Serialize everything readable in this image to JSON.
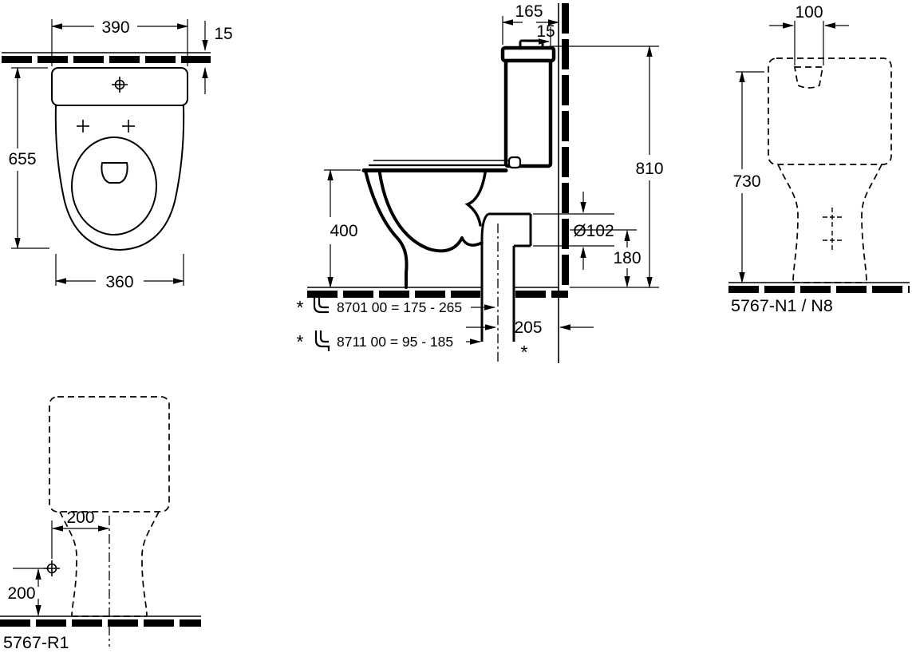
{
  "drawing": {
    "background": "#ffffff",
    "ink": "#000000",
    "views": {
      "top": {
        "name": "top-view",
        "dims": {
          "cistern_width": "390",
          "wall_gap": "15",
          "overall_depth": "655",
          "bowl_width": "360"
        }
      },
      "side": {
        "name": "side-section",
        "dims": {
          "cistern_depth": "165",
          "wall_gap": "15",
          "overall_height": "810",
          "rim_height": "400",
          "outlet_diameter": "Ø102",
          "outlet_height": "180",
          "outlet_to_wall": "205"
        },
        "footnote_marker": "*",
        "notes": [
          {
            "marker": "*",
            "text": "8701 00  =  175 -  265"
          },
          {
            "marker": "*",
            "text": "8711 00  =   95 -  185"
          }
        ]
      },
      "front": {
        "name": "front-view",
        "dims": {
          "button_width": "100",
          "cistern_height": "730"
        },
        "model": "5767-N1 / N8"
      },
      "rear": {
        "name": "rear-supply-view",
        "dims": {
          "inlet_offset": "200",
          "inlet_height": "200"
        },
        "model": "5767-R1"
      }
    }
  }
}
